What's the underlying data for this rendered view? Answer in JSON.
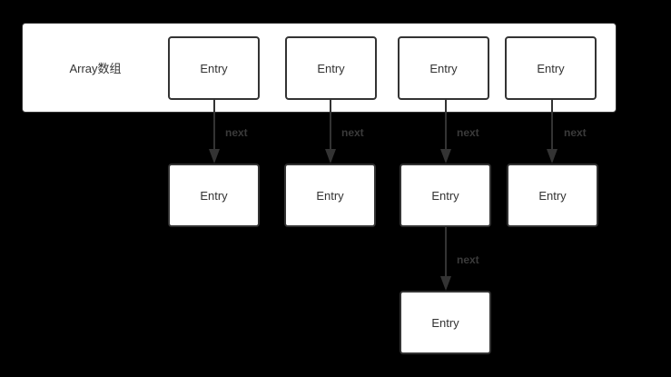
{
  "array": {
    "label": "Array数组"
  },
  "entries": {
    "array_slots": [
      "Entry",
      "Entry",
      "Entry",
      "Entry"
    ],
    "chain_level1": [
      "Entry",
      "Entry",
      "Entry",
      "Entry"
    ],
    "chain_level2": [
      "Entry"
    ]
  },
  "links": {
    "next_label": "next"
  },
  "colors": {
    "background": "#000000",
    "node_fill": "#ffffff",
    "node_stroke": "#333333",
    "arrow": "#333333",
    "edge_label": "#3a3a3a"
  }
}
